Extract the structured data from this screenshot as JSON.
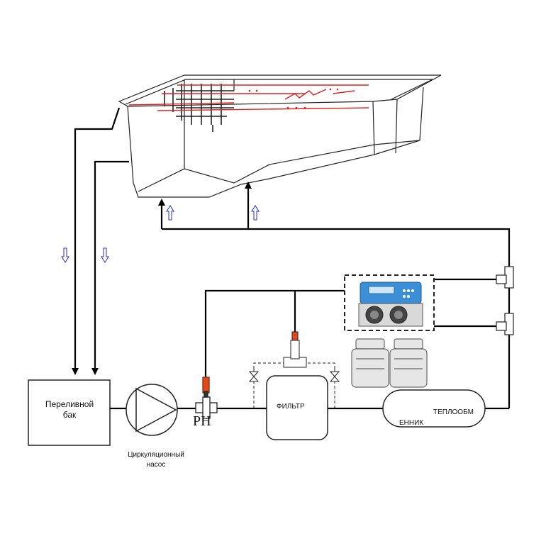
{
  "tank": {
    "line1": "Переливной",
    "line2": "бак"
  },
  "pump": {
    "line1": "Циркуляционный",
    "line2": "насос"
  },
  "ph_sensor": {
    "label": "PH"
  },
  "filter": {
    "label": "ФИЛЬТР"
  },
  "heat_exchanger": {
    "label_part1": "ТЕПЛООБМ",
    "label_part2": "ЕННИК"
  },
  "colors": {
    "pipe": "#000000",
    "pool_lines": "#e02020",
    "flow_arrows": "#2a2ad0",
    "controller": "#3a8fd6",
    "sensor_tip": "#e24a1a"
  }
}
